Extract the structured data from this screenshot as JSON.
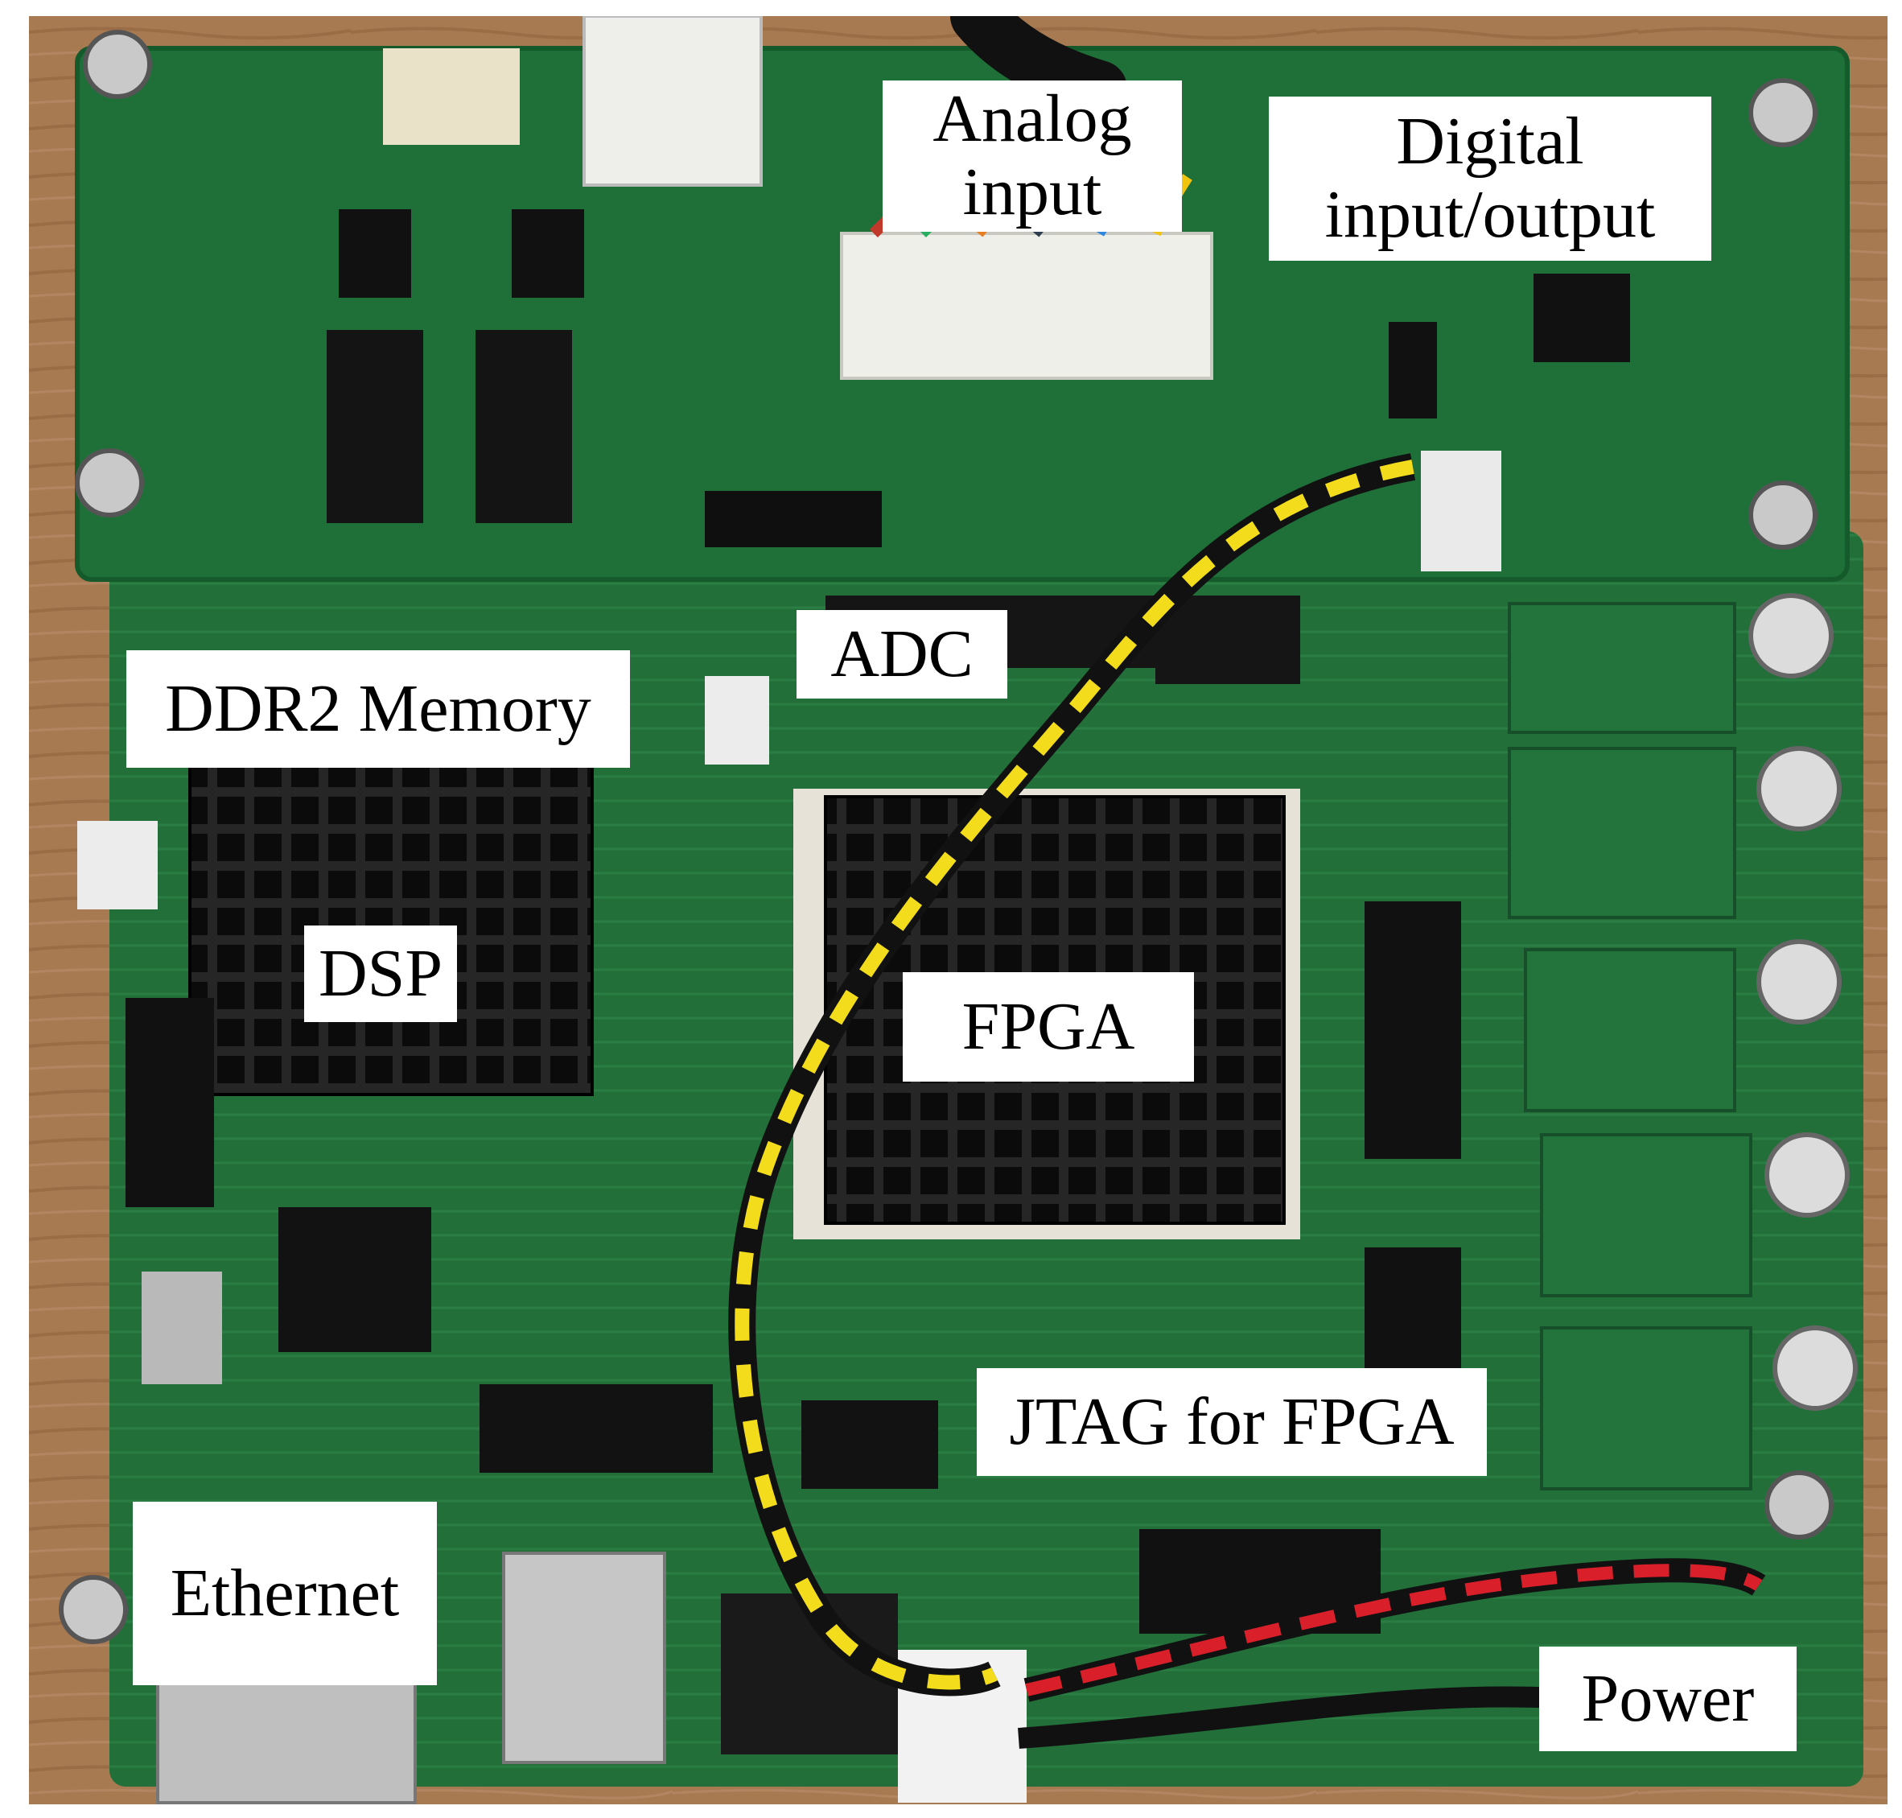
{
  "figure": {
    "labels": {
      "analog_input": [
        "Analog",
        "input"
      ],
      "digital_io": [
        "Digital",
        "input/output"
      ],
      "ddr2_memory": "DDR2 Memory",
      "adc": "ADC",
      "dsp": "DSP",
      "fpga": "FPGA",
      "jtag_fpga": "JTAG for FPGA",
      "ethernet": "Ethernet",
      "power": "Power"
    }
  },
  "colors": {
    "background": "#a87a52",
    "pcb": "#1f6b36",
    "heatsink": "#141414",
    "wire_yellow": "#f2dc1c",
    "wire_red": "#d81f2a",
    "label_bg": "#ffffff"
  }
}
